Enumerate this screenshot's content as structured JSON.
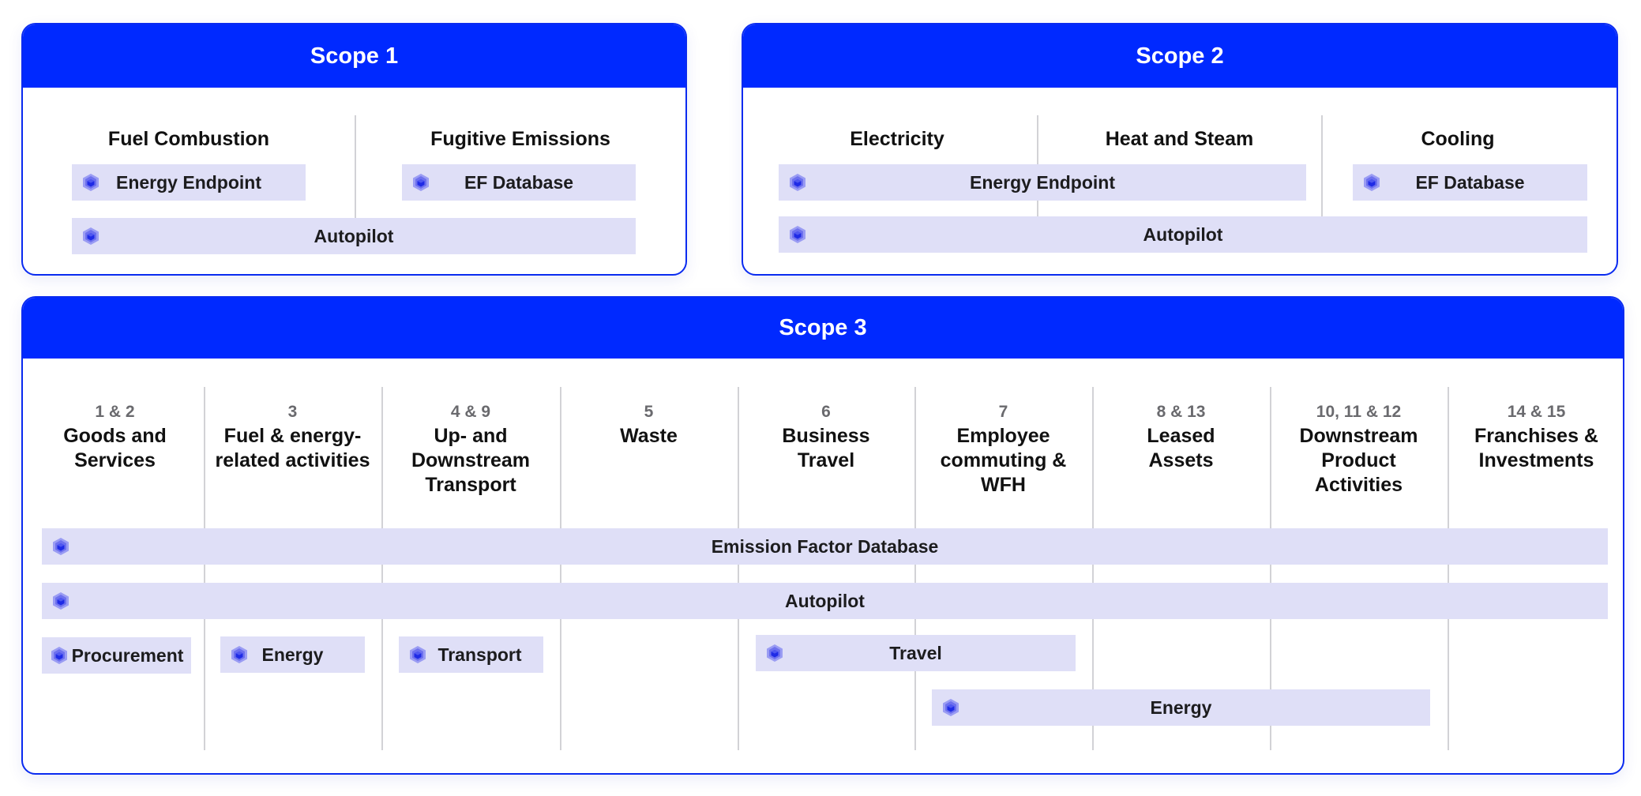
{
  "accent_color": "#0029ff",
  "pill_color": "#dfdff7",
  "icon": "cube-hexagon-icon",
  "scope1": {
    "title": "Scope 1",
    "categories": [
      "Fuel Combustion",
      "Fugitive Emissions"
    ],
    "pills": [
      "Energy Endpoint",
      "EF Database",
      "Autopilot"
    ]
  },
  "scope2": {
    "title": "Scope 2",
    "categories": [
      "Electricity",
      "Heat and Steam",
      "Cooling"
    ],
    "pills": [
      "Energy Endpoint",
      "EF Database",
      "Autopilot"
    ]
  },
  "scope3": {
    "title": "Scope 3",
    "categories": [
      {
        "num": "1 & 2",
        "name": "Goods and Services"
      },
      {
        "num": "3",
        "name": "Fuel & energy-related activities"
      },
      {
        "num": "4 & 9",
        "name": "Up- and Downstream Transport"
      },
      {
        "num": "5",
        "name": "Waste"
      },
      {
        "num": "6",
        "name": "Business Travel"
      },
      {
        "num": "7",
        "name": "Employee commuting & WFH"
      },
      {
        "num": "8 & 13",
        "name": "Leased Assets"
      },
      {
        "num": "10, 11 & 12",
        "name": "Downstream Product Activities"
      },
      {
        "num": "14 & 15",
        "name": "Franchises & Investments"
      }
    ],
    "pills": [
      "Emission Factor Database",
      "Autopilot",
      "Procurement",
      "Energy",
      "Transport",
      "Travel",
      "Energy"
    ]
  }
}
